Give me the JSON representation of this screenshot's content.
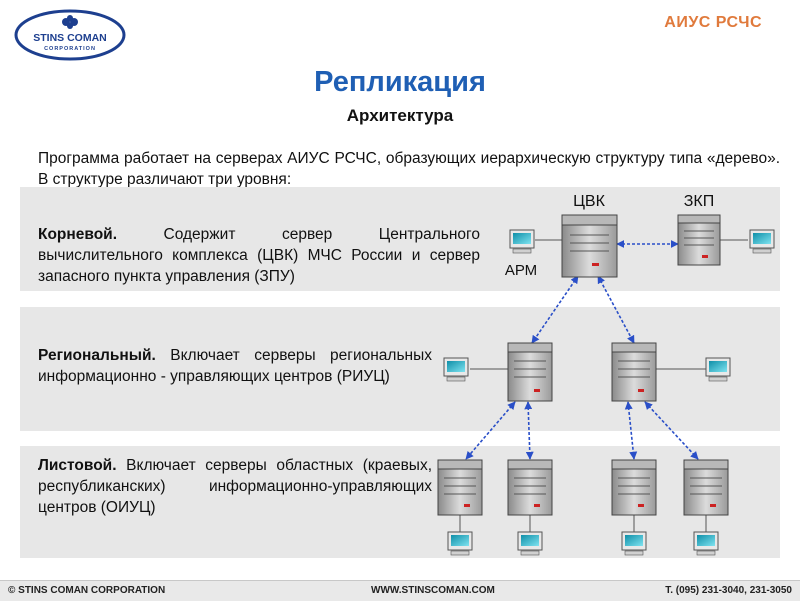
{
  "header": {
    "logo_text": "STINS COMAN",
    "logo_subtext": "CORPORATION",
    "brand": "АИУС РСЧС"
  },
  "title": "Репликация",
  "subtitle": "Архитектура",
  "intro": "Программа работает на серверах АИУС РСЧС, образующих иерархическую структуру типа «дерево». В структуре различают три уровня:",
  "levels": [
    {
      "name": "Корневой.",
      "description": " Содержит сервер Центрального вычислительного комплекса (ЦВК) МЧС России и сервер запасного пункта управления (ЗПУ)"
    },
    {
      "name": "Региональный.",
      "description": " Включает серверы региональных информационно - управляющих центров (РИУЦ)"
    },
    {
      "name": "Листовой.",
      "description": " Включает серверы областных (краевых, республиканских) информационно-управляющих центров (ОИУЦ)"
    }
  ],
  "diagram_labels": {
    "cvk": "ЦВК",
    "zkp": "ЗКП",
    "arm": "АРМ"
  },
  "colors": {
    "title_blue": "#1f5fb4",
    "brand_orange": "#e07a3c",
    "band_gray": "#e7e7e7",
    "link_blue": "#2a4fc8"
  },
  "footer": {
    "copyright": "© STINS COMAN CORPORATION",
    "website": "WWW.STINSCOMAN.COM",
    "phone": "Т. (095) 231-3040, 231-3050"
  }
}
